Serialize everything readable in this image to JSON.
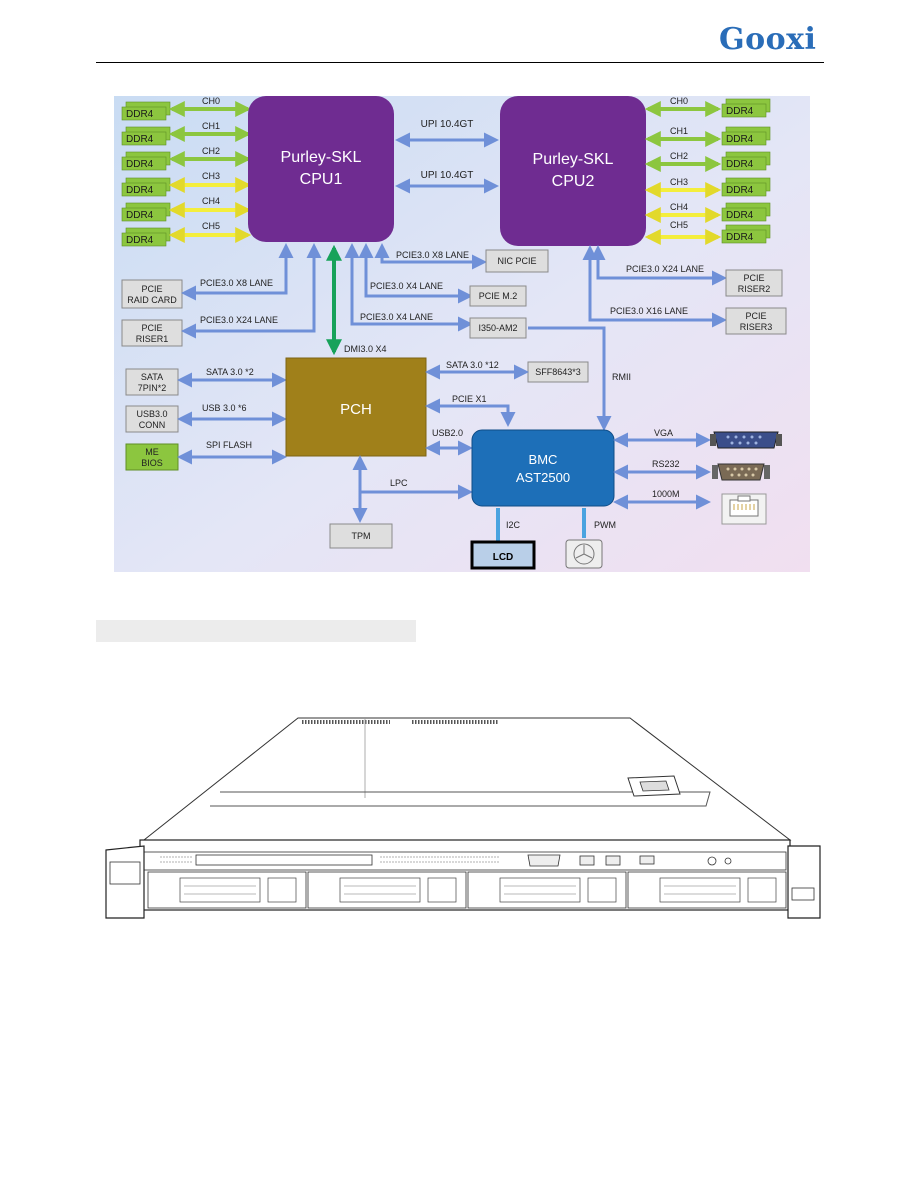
{
  "header": {
    "brand": "Gooxi"
  },
  "diagram": {
    "cpu1": {
      "line1": "Purley-SKL",
      "line2": "CPU1"
    },
    "cpu2": {
      "line1": "Purley-SKL",
      "line2": "CPU2"
    },
    "upi_top": "UPI 10.4GT",
    "upi_bottom": "UPI 10.4GT",
    "dimm_label": "DDR4",
    "channels": [
      "CH0",
      "CH1",
      "CH2",
      "CH3",
      "CH4",
      "CH5"
    ],
    "pch": "PCH",
    "bmc": {
      "line1": "BMC",
      "line2": "AST2500"
    },
    "dmi": "DMI3.0 X4",
    "left_boxes": {
      "raid": {
        "line1": "PCIE",
        "line2": "RAID CARD"
      },
      "riser1": {
        "line1": "PCIE",
        "line2": "RISER1"
      },
      "sata": {
        "line1": "SATA",
        "line2": "7PIN*2"
      },
      "usb": {
        "line1": "USB3.0",
        "line2": "CONN"
      },
      "bios": {
        "line1": "ME",
        "line2": "BIOS"
      }
    },
    "left_links": {
      "raid": "PCIE3.0 X8 LANE",
      "riser1": "PCIE3.0 X24 LANE",
      "sata": "SATA 3.0 *2",
      "usb": "USB 3.0 *6",
      "bios": "SPI FLASH"
    },
    "mid_boxes": {
      "nic": "NIC PCIE",
      "m2": "PCIE M.2",
      "i350": "I350-AM2",
      "sff": "SFF8643*3",
      "tpm": "TPM",
      "lcd": "LCD"
    },
    "mid_links": {
      "nic": "PCIE3.0 X8 LANE",
      "m2": "PCIE3.0 X4 LANE",
      "i350": "PCIE3.0 X4 LANE",
      "sff": "SATA 3.0 *12",
      "pcie_x1": "PCIE X1",
      "usb2": "USB2.0",
      "lpc": "LPC",
      "rmii": "RMII",
      "i2c": "I2C",
      "pwm": "PWM"
    },
    "right_boxes": {
      "riser2": {
        "line1": "PCIE",
        "line2": "RISER2"
      },
      "riser3": {
        "line1": "PCIE",
        "line2": "RISER3"
      }
    },
    "right_links": {
      "riser2": "PCIE3.0 X24 LANE",
      "riser3": "PCIE3.0 X16 LANE",
      "vga": "VGA",
      "rs232": "RS232",
      "gbe": "1000M"
    },
    "colors": {
      "cpu": "#6f2c91",
      "pch": "#a0801a",
      "bmc": "#1d6fb8",
      "dimm": "#8cc63f",
      "arrow_blue": "#7094d8",
      "arrow_green": "#17a25a",
      "arrow_yellow": "#f4ee3c"
    }
  }
}
